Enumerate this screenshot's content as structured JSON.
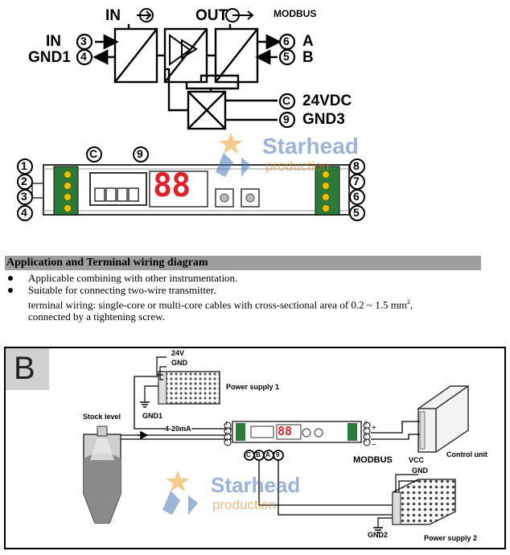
{
  "top_diagram": {
    "in_label": "IN",
    "out_label": "OUT",
    "modbus_label": "MODBUS",
    "left_terminals": [
      {
        "num": "3",
        "label": "IN"
      },
      {
        "num": "4",
        "label": "GND1"
      }
    ],
    "right_terminals": [
      {
        "num": "6",
        "label": "A"
      },
      {
        "num": "5",
        "label": "B"
      }
    ],
    "power_terminals": [
      {
        "num": "C",
        "label": "24VDC"
      },
      {
        "num": "9",
        "label": "GND3"
      }
    ],
    "device_top_numbers": [
      "C",
      "9"
    ],
    "device_left_numbers": [
      "1",
      "2",
      "3",
      "4"
    ],
    "device_right_numbers": [
      "8",
      "7",
      "6",
      "5"
    ],
    "display_digits": "88"
  },
  "watermark": {
    "line1": "Starhead",
    "line2": "production"
  },
  "section": {
    "title": "Application and Terminal wiring diagram",
    "bullets": [
      "Applicable combining with other instrumentation.",
      "Suitable for connecting two-wire transmitter."
    ],
    "wiring_line1": "terminal wiring: single-core or multi-core cables with cross-sectional area of 0.2 ~ 1.5 mm",
    "wiring_sup": "2",
    "wiring_comma": ",",
    "wiring_line2": "connected by a tightening screw."
  },
  "bottom_diagram": {
    "badge": "B",
    "ps1_voltage": "24V",
    "ps1_gnd": "GND",
    "ps1_label": "Power supply 1",
    "gnd1": "GND1",
    "stock_level": "Stock level",
    "signal": "4-20mA",
    "left_nums": [
      "1",
      "2",
      "3",
      "4"
    ],
    "right_nums": [
      "8",
      "7",
      "6",
      "5"
    ],
    "plus": "+",
    "minus": "−",
    "display": "88",
    "power_terms": [
      "C",
      "B",
      "A",
      "9"
    ],
    "modbus": "MODBUS",
    "control_unit": "Control unit",
    "vcc": "VCC",
    "gnd": "GND",
    "gnd2": "GND2",
    "ps2_label": "Power supply 2"
  },
  "colors": {
    "display_red": "#e0202a",
    "terminal_green": "#2a7a3a",
    "terminal_yellow": "#e8c400",
    "watermark_orange": "#f0a030",
    "watermark_blue": "#4a78b8",
    "bar_gray": "#9e9e9e"
  }
}
